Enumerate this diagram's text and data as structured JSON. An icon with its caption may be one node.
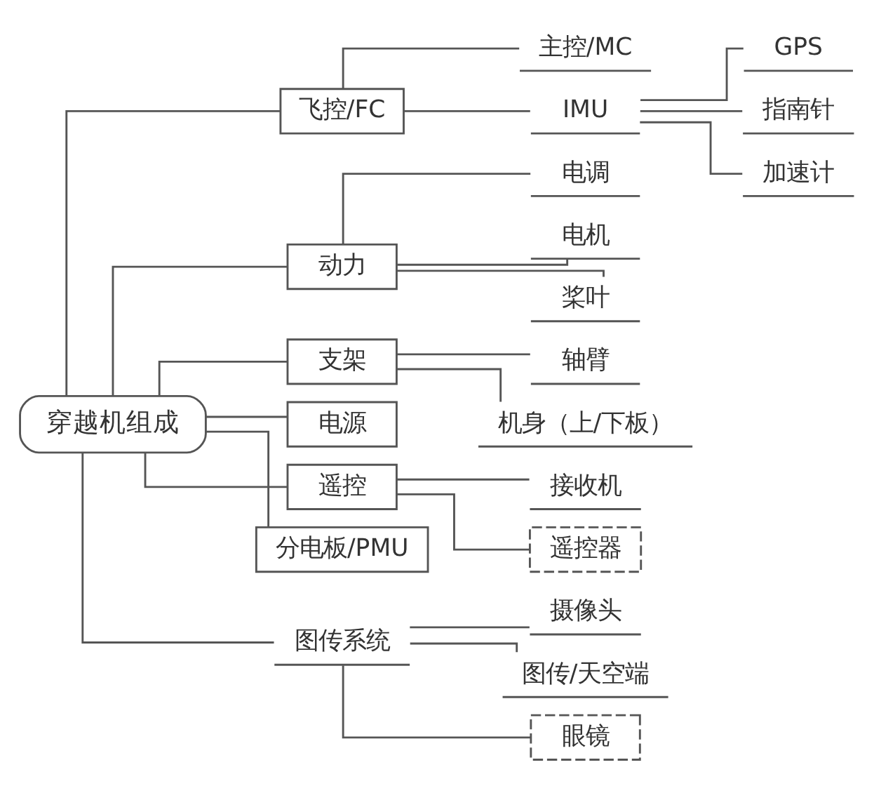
{
  "diagram": {
    "nodes": [
      {
        "text": [
          "穿越机组成"
        ]
      },
      {
        "text": [
          "飞控/FC"
        ]
      },
      {
        "text": [
          "主控/MC"
        ]
      },
      {
        "text": [
          "IMU"
        ]
      },
      {
        "text": [
          "GPS"
        ]
      },
      {
        "text": [
          "指南针"
        ]
      },
      {
        "text": [
          "加速计"
        ]
      },
      {
        "text": [
          "动力"
        ]
      },
      {
        "text": [
          "电调"
        ]
      },
      {
        "text": [
          "电机"
        ]
      },
      {
        "text": [
          "桨叶"
        ]
      },
      {
        "text": [
          "支架"
        ]
      },
      {
        "text": [
          "轴臂"
        ]
      },
      {
        "text": [
          "机身（上/下板）"
        ]
      },
      {
        "text": [
          "电源"
        ]
      },
      {
        "text": [
          "遥控"
        ]
      },
      {
        "text": [
          "接收机"
        ]
      },
      {
        "text": [
          "遥控器"
        ]
      },
      {
        "text": [
          "分电板/PMU"
        ]
      },
      {
        "text": [
          "图传系统"
        ]
      },
      {
        "text": [
          "摄像头"
        ]
      },
      {
        "text": [
          "图传/天空端"
        ]
      },
      {
        "text": [
          "眼镜"
        ]
      }
    ],
    "edges": [
      {
        "from": 0,
        "to": 1,
        "arrow": "none"
      },
      {
        "from": 1,
        "to": 2,
        "arrow": "none"
      },
      {
        "from": 1,
        "to": 3,
        "arrow": "none"
      },
      {
        "from": 3,
        "to": 4,
        "arrow": "none"
      },
      {
        "from": 3,
        "to": 5,
        "arrow": "none"
      },
      {
        "from": 3,
        "to": 6,
        "arrow": "none"
      },
      {
        "from": 0,
        "to": 7,
        "arrow": "none"
      },
      {
        "from": 7,
        "to": 8,
        "arrow": "none"
      },
      {
        "from": 7,
        "to": 9,
        "arrow": "none"
      },
      {
        "from": 7,
        "to": 10,
        "arrow": "none"
      },
      {
        "from": 0,
        "to": 11,
        "arrow": "none"
      },
      {
        "from": 11,
        "to": 12,
        "arrow": "none"
      },
      {
        "from": 11,
        "to": 13,
        "arrow": "none"
      },
      {
        "from": 0,
        "to": 14,
        "arrow": "none"
      },
      {
        "from": 0,
        "to": 15,
        "arrow": "none"
      },
      {
        "from": 15,
        "to": 16,
        "arrow": "none"
      },
      {
        "from": 15,
        "to": 17,
        "arrow": "none"
      },
      {
        "from": 0,
        "to": 18,
        "arrow": "none"
      },
      {
        "from": 0,
        "to": 19,
        "arrow": "none"
      },
      {
        "from": 19,
        "to": 20,
        "arrow": "none"
      },
      {
        "from": 19,
        "to": 21,
        "arrow": "none"
      },
      {
        "from": 19,
        "to": 22,
        "arrow": "none"
      }
    ]
  }
}
